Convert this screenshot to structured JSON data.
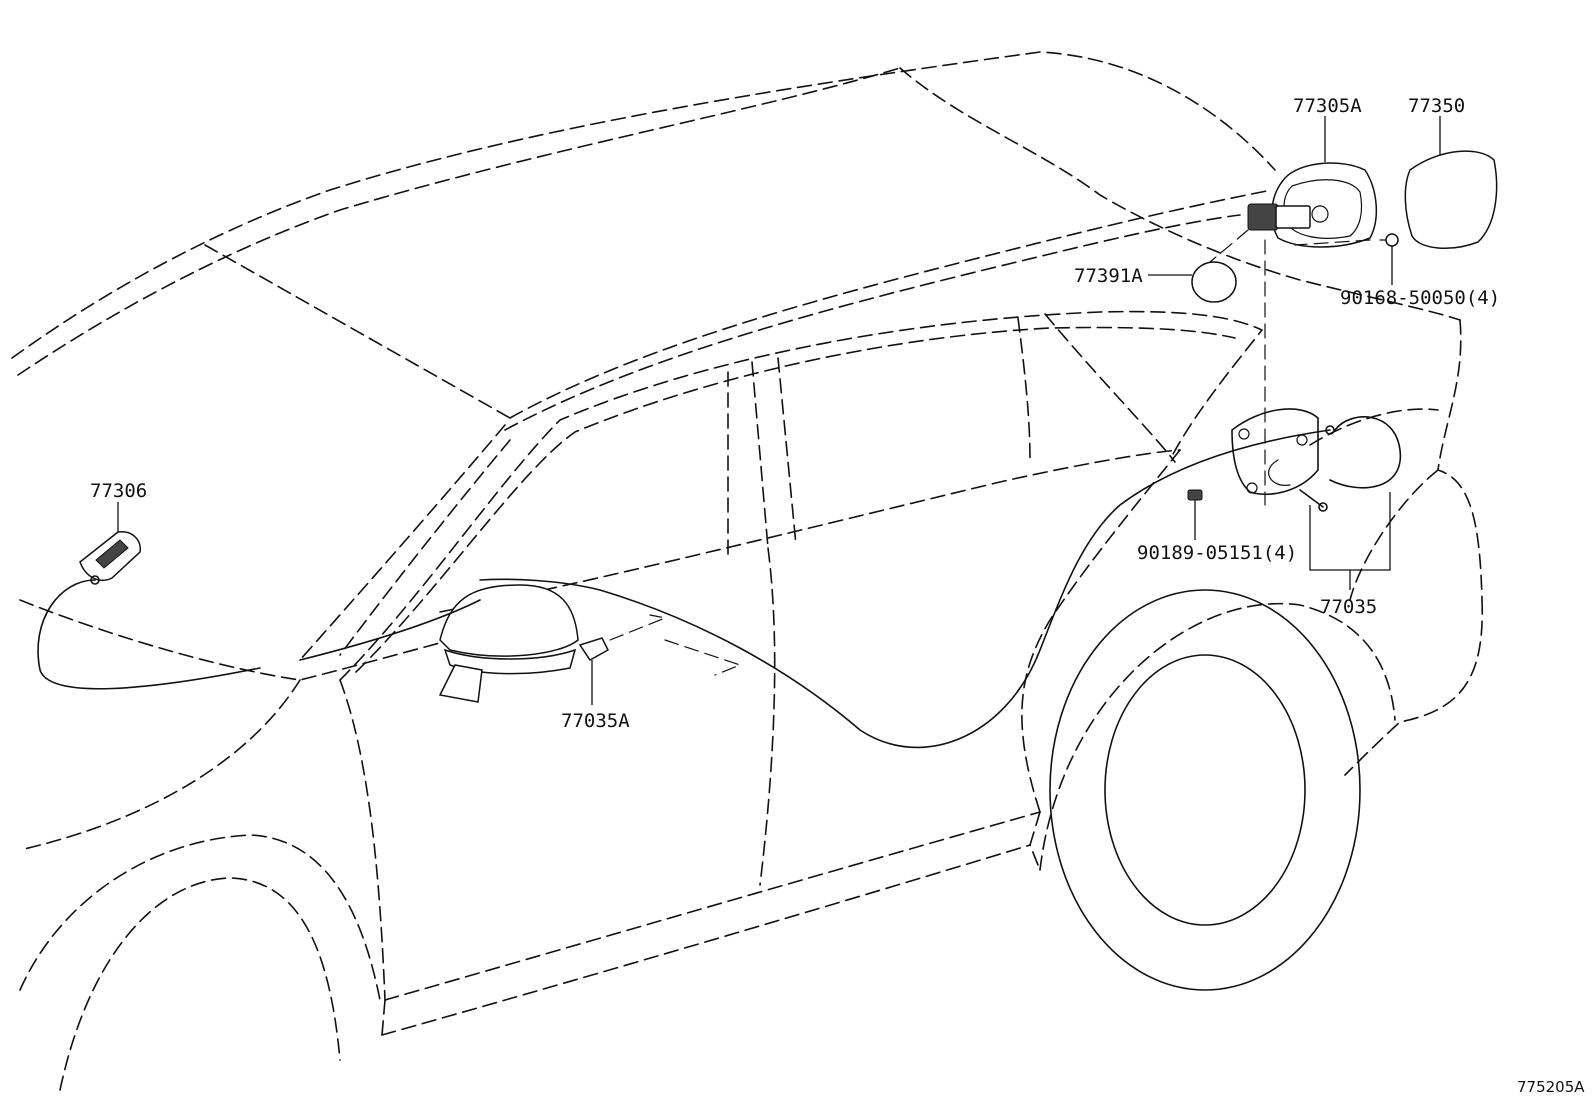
{
  "labels": {
    "p77305A": "77305A",
    "p77350": "77350",
    "p77391A": "77391A",
    "p90168": "90168-50050(4)",
    "p77306": "77306",
    "p90189": "90189-05151(4)",
    "p77035": "77035",
    "p77035A": "77035A"
  },
  "diagram_code": "775205A"
}
